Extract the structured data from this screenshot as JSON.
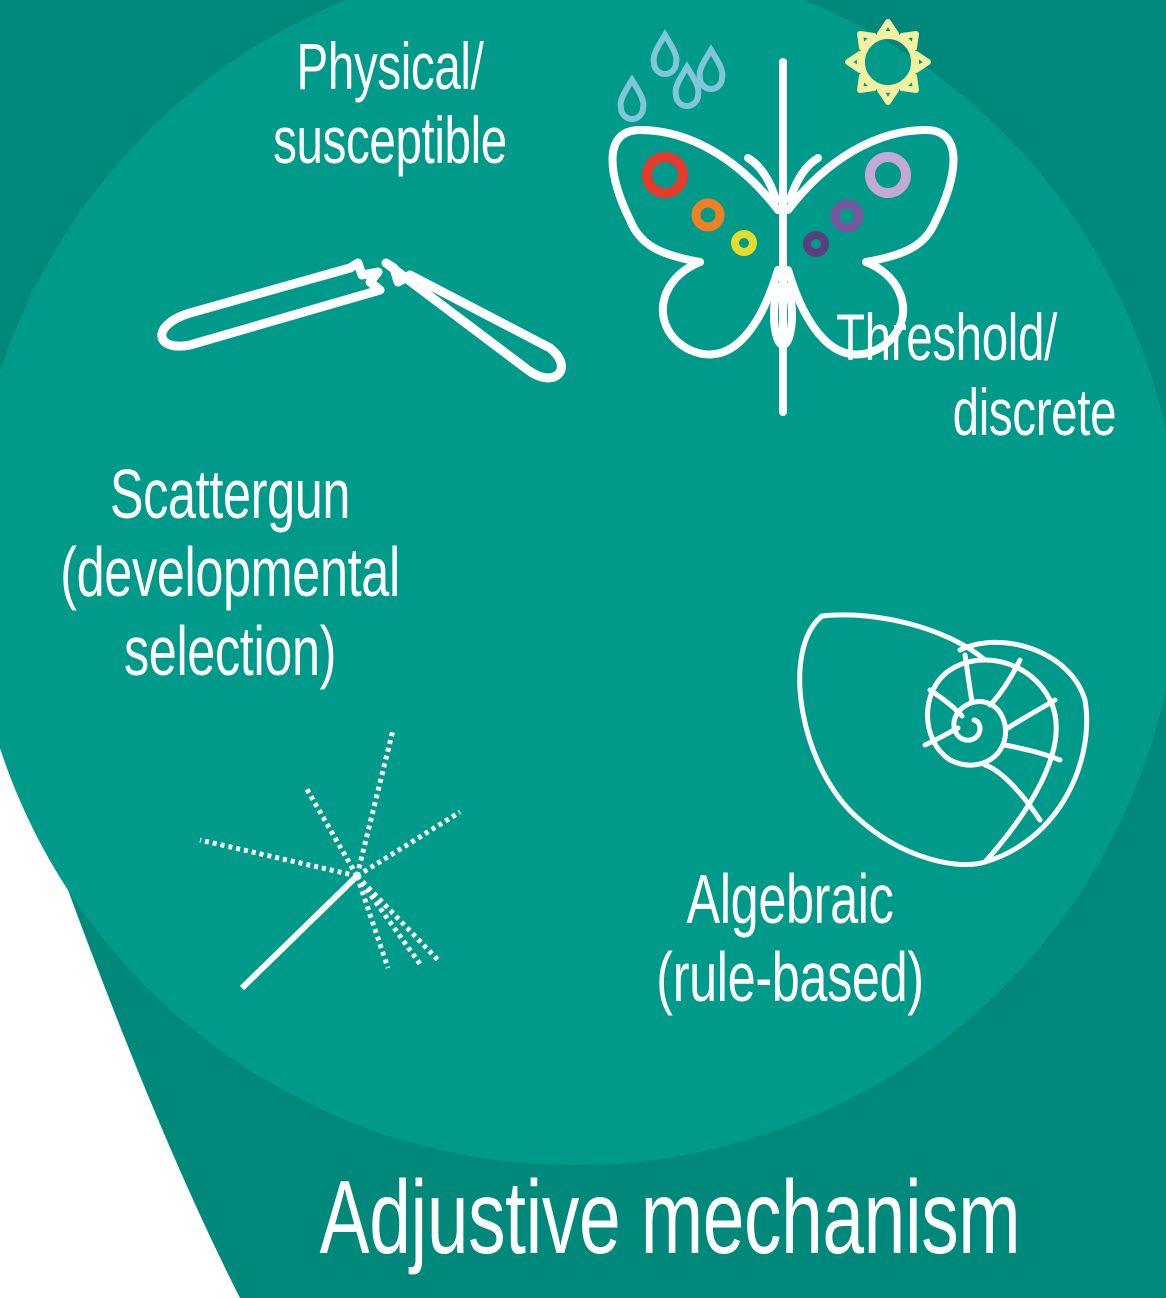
{
  "labels": {
    "physical": [
      "Physical/",
      "susceptible"
    ],
    "threshold": [
      "Threshold/",
      "discrete"
    ],
    "scattergun": [
      "Scattergun",
      "(developmental",
      "selection)"
    ],
    "algebraic": [
      "Algebraic",
      "(rule-based)"
    ],
    "title": "Adjustive mechanism"
  },
  "icons": [
    "broken-tube-icon",
    "butterfly-icon",
    "rain-drops-icon",
    "sun-icon",
    "nautilus-shell-icon",
    "scatter-rays-icon"
  ],
  "colors": {
    "outer": "#00897a",
    "inner": "#009a8a",
    "line": "#ffffff",
    "drops": "#7fc6d8",
    "sun": "#f3f0a0",
    "spot_red": "#e53a2c",
    "spot_orange": "#ef8124",
    "spot_yellow": "#e4dc2c",
    "spot_lavender": "#c3a9d8",
    "spot_purple": "#7a56a0",
    "spot_dark_purple": "#5a3f80"
  }
}
